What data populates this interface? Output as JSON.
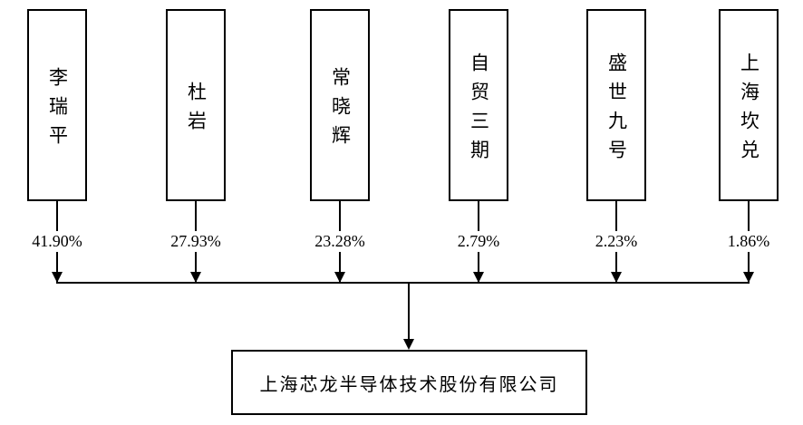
{
  "diagram": {
    "shareholders": [
      {
        "name": "李瑞平",
        "percent": "41.90%"
      },
      {
        "name": "杜岩",
        "percent": "27.93%"
      },
      {
        "name": "常晓辉",
        "percent": "23.28%"
      },
      {
        "name": "自贸三期",
        "percent": "2.79%"
      },
      {
        "name": "盛世九号",
        "percent": "2.23%"
      },
      {
        "name": "上海坎兑",
        "percent": "1.86%"
      }
    ],
    "company": {
      "name": "上海芯龙半导体技术股份有限公司"
    },
    "icons": {
      "connector_arrow": "arrow-down (solid css triangle)"
    },
    "colors": {
      "line": "#000000",
      "text": "#000000",
      "background": "#ffffff"
    }
  }
}
